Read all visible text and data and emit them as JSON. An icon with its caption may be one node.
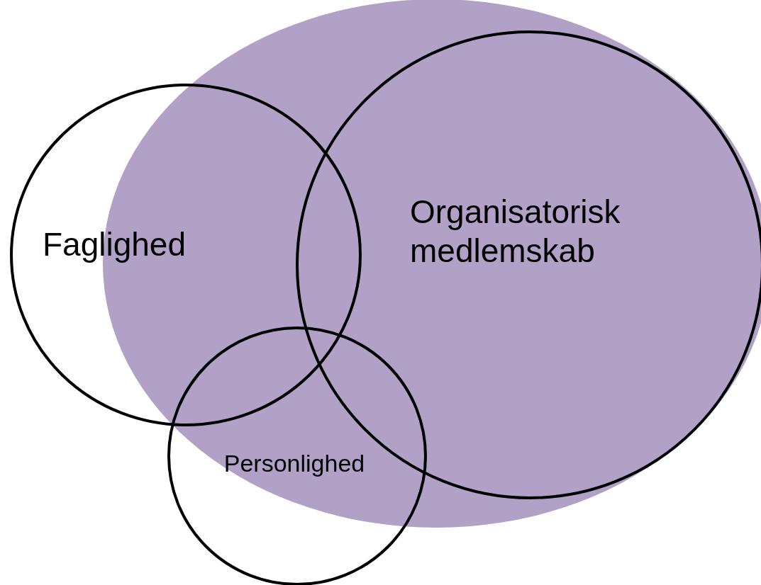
{
  "diagram": {
    "nodes": [
      {
        "text": [],
        "shape": "ellipse"
      },
      {
        "text": [
          "Faglighed"
        ]
      },
      {
        "text": [
          "Organisatorisk medlemskab"
        ],
        "in": 0
      },
      {
        "text": [
          "Personlighed"
        ]
      }
    ]
  }
}
